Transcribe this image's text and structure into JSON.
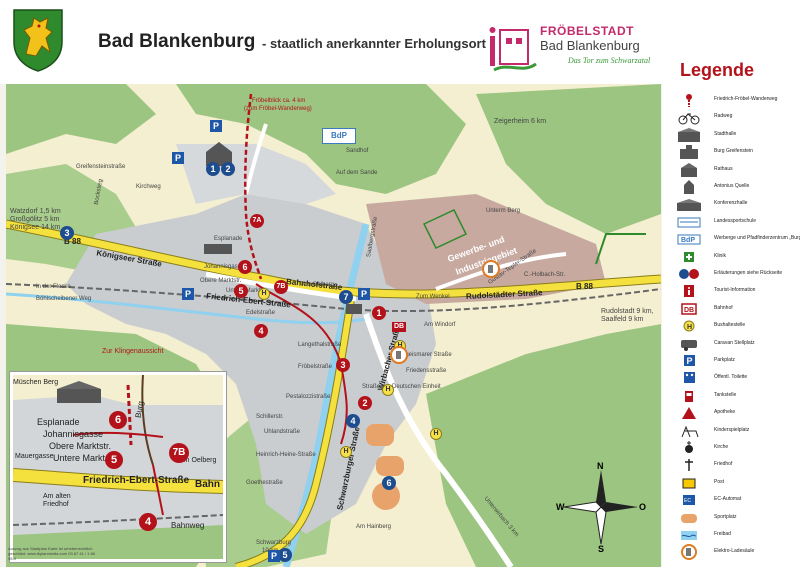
{
  "header": {
    "title": "Bad Blankenburg",
    "subtitle": "- staatlich anerkannter Erholungsort",
    "logo_line1": "FRÖBELSTADT",
    "logo_line2": "Bad Blankenburg",
    "logo_slogan": "Das Tor zum Schwarzatal"
  },
  "legend": {
    "title": "Legende",
    "items": [
      {
        "label": "Friedrich-Fröbel-Wanderweg",
        "icon": "red-footpath-icon"
      },
      {
        "label": "Radweg",
        "icon": "bicycle-icon"
      },
      {
        "label": "Stadthalle",
        "icon": "town-hall-icon"
      },
      {
        "label": "Burg Greifenstein",
        "icon": "castle-icon"
      },
      {
        "label": "Rathaus",
        "icon": "rathaus-icon"
      },
      {
        "label": "Antonius Quelle",
        "icon": "spring-icon"
      },
      {
        "label": "Konferenzhalle",
        "icon": "conference-hall-icon"
      },
      {
        "label": "Landessportschule",
        "icon": "sports-school-icon"
      },
      {
        "label": "Werberge und Pfadfinderzentrum „Burg Greifenstein“",
        "icon": "hostel-icon"
      },
      {
        "label": "Klinik",
        "icon": "clinic-icon"
      },
      {
        "label": "Erläuterungen siehe Rückseite",
        "icon": "numbered-marker-icon"
      },
      {
        "label": "Tourist-Information",
        "icon": "info-icon"
      },
      {
        "label": "Bahnhof",
        "icon": "db-station-icon"
      },
      {
        "label": "Bushaltestelle",
        "icon": "bus-stop-icon"
      },
      {
        "label": "Caravan Stellplatz",
        "icon": "caravan-icon"
      },
      {
        "label": "Parkplatz",
        "icon": "parking-icon"
      },
      {
        "label": "Öffentl. Toilette",
        "icon": "toilet-icon"
      },
      {
        "label": "Tankstelle",
        "icon": "fuel-icon"
      },
      {
        "label": "Apotheke",
        "icon": "pharmacy-icon"
      },
      {
        "label": "Kinderspielplatz",
        "icon": "playground-icon"
      },
      {
        "label": "Kirche",
        "icon": "church-icon"
      },
      {
        "label": "Friedhof",
        "icon": "cemetery-icon"
      },
      {
        "label": "Post",
        "icon": "post-icon"
      },
      {
        "label": "EC-Automat",
        "icon": "atm-icon"
      },
      {
        "label": "Sportplatz",
        "icon": "sports-field-icon"
      },
      {
        "label": "Freibad",
        "icon": "pool-icon"
      },
      {
        "label": "Elektro-Ladesäule",
        "icon": "ev-charger-icon"
      }
    ]
  },
  "map": {
    "road_labels": {
      "b88_west": "B 88",
      "b88_east": "B 88",
      "koenigseer": "Königseer Straße",
      "bahnhof": "Bahnhofstraße",
      "rudolstaedter": "Rudolstädter Straße",
      "schwarzburger": "Schwarzburger Straße",
      "wirbacher": "Wirbacher Straße",
      "ebert": "Friedrich-Ebert-Straße",
      "unterwirbach": "Unterwirbach 3 km"
    },
    "street_labels": {
      "greifensteinstr": "Greifensteinstraße",
      "bockstieg": "Bockstieg",
      "kirchweg": "Kirchweg",
      "esplanade": "Esplanade",
      "johannisgasse": "Johannisgasse",
      "obere_marktstr": "Obere Marktstr.",
      "untere_marktstr": "Untere Marktstr.",
      "am_oelberg": "Am Oelberg",
      "langethal": "Langethalstraße",
      "froebel": "Fröbelstraße",
      "pestalozzi": "Pestalozzistraße",
      "schiller": "Schillerstr.",
      "uhland": "Uhlandstraße",
      "heinrich_heine": "Heinrich-Heine-Straße",
      "goethe": "Goethestraße",
      "hoffmann": "Hofgeismarer Straße",
      "friedensstr": "Friedensstraße",
      "str_deutschen_einheit": "Straße der Deutschen Einheit",
      "am_windorf": "Am Windorf",
      "zum_wenkel": "Zum Wenkel",
      "gustav_tepler": "Gustav-Tepler-Straße",
      "c_holbach": "C.-Holbach-Str.",
      "unterm_berg": "Unterm Berg",
      "sandhof": "Sandhof",
      "auf_dem_sande": "Auf dem Sande",
      "in_der_flecke": "In der Flecke",
      "boehlscheiben": "Böhlscheibener Weg",
      "am_hainberg": "Am Hainberg",
      "saalbergstrasse": "Saalbergstraße",
      "edelstrasse": "Edelstraße"
    },
    "direction_labels": {
      "watzdorf_1": "Watzdorf 1,5 km",
      "watzdorf_2": "Großgölitz 5 km",
      "watzdorf_3": "Königsee 14 km",
      "rudolstadt_1": "Rudolstadt 9 km,",
      "rudolstadt_2": "Saalfeld 9 km",
      "zeigerheim": "Zeigerheim 6 km",
      "froebelblick_1": "Fröbelblick ca. 4 km",
      "froebelblick_2": "(zum Fröbel-Wanderweg)",
      "klingenaussicht": "Zur Klingenaussicht",
      "schwarzburg_1": "Schwarzburg",
      "schwarzburg_2": "10 km"
    },
    "area_label_1": "Gewerbe- und",
    "area_label_2": "Industriegebiet",
    "bdp_label": "BdP",
    "markers": {
      "m1": "1",
      "m2": "2",
      "m3": "3",
      "m4": "4",
      "m5": "5",
      "m6": "6",
      "m7": "7",
      "m7a": "7A",
      "m7b": "7B"
    },
    "db_label": "DB",
    "h_label": "H",
    "p_label": "P",
    "compass": {
      "n": "N",
      "s": "S",
      "w": "W",
      "o": "O"
    }
  },
  "inset": {
    "esplanade": "Esplanade",
    "johannisgasse": "Johannisgasse",
    "obere_markt": "Obere Marktstr.",
    "untere_markt": "Untere Marktstr.",
    "mauergasse": "Mauergasse",
    "am_oelberg": "Am Oelberg",
    "ebert": "Friedrich-Ebert-Straße",
    "bahnhof_short": "Bahn",
    "am_alten_friedhof_1": "Am alten",
    "am_alten_friedhof_2": "Friedhof",
    "bahnweg": "Bahnweg",
    "mueschen": "Müschen Berg",
    "burg": "Burg",
    "m4": "4",
    "m5": "5",
    "m6": "6",
    "m7b": "7B"
  },
  "credit": "Auszug aus Stadtplan Karte ist urheberrechtlich geschützt. www.tkplanmedia.com 03 67 41 / 1 86 95-0",
  "colors": {
    "forest": "#9cc581",
    "meadow": "#f4efd0",
    "urban": "#c9cdd0",
    "industrial": "#c7a9a0",
    "road_yellow": "#f4e13e",
    "river": "#8fd1ee",
    "brand_red": "#b3121a",
    "marker_blue": "#1d4c8f"
  }
}
